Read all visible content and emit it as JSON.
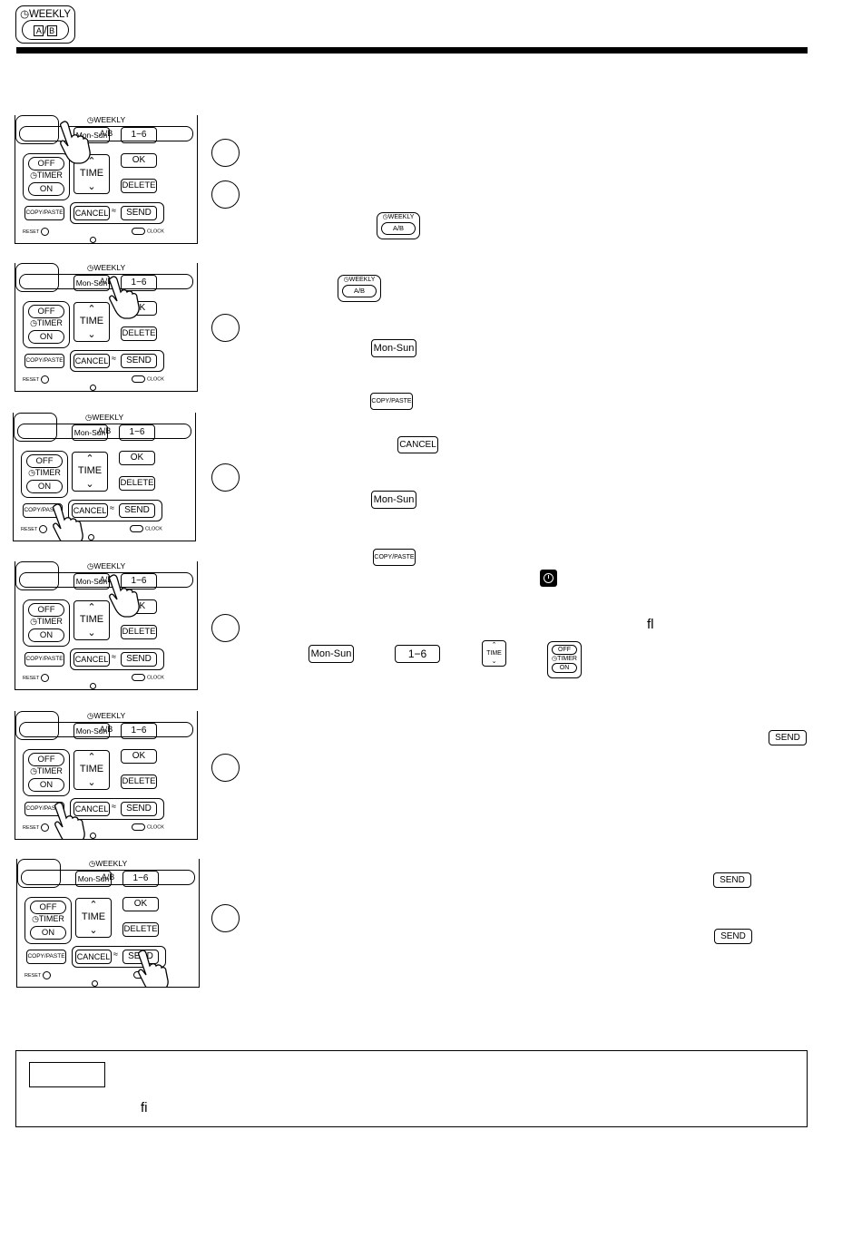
{
  "header": {
    "weekly_label": "WEEKLY",
    "ab_a": "A",
    "ab_b": "B",
    "ab_sep": "/"
  },
  "remote": {
    "weekly": "WEEKLY",
    "ab": "A/B",
    "mon_sun": "Mon-Sun",
    "one_six": "1−6",
    "off": "OFF",
    "timer": "TIMER",
    "on": "ON",
    "time": "TIME",
    "up": "^",
    "down": "v",
    "ok": "OK",
    "delete": "DELETE",
    "copy_paste": "COPY/PASTE",
    "cancel": "CANCEL",
    "send": "SEND",
    "reset": "RESET",
    "clock": "CLOCK"
  },
  "inline": {
    "weekly": "WEEKLY",
    "ab": "A/B",
    "mon_sun": "Mon-Sun",
    "copy_paste": "COPY/PASTE",
    "cancel": "CANCEL",
    "one_six": "1−6",
    "time": "TIME",
    "off": "OFF",
    "timer": "TIMER",
    "on": "ON",
    "send": "SEND",
    "glyph_fl": "ﬂ",
    "glyph_fi": "ﬁ"
  }
}
